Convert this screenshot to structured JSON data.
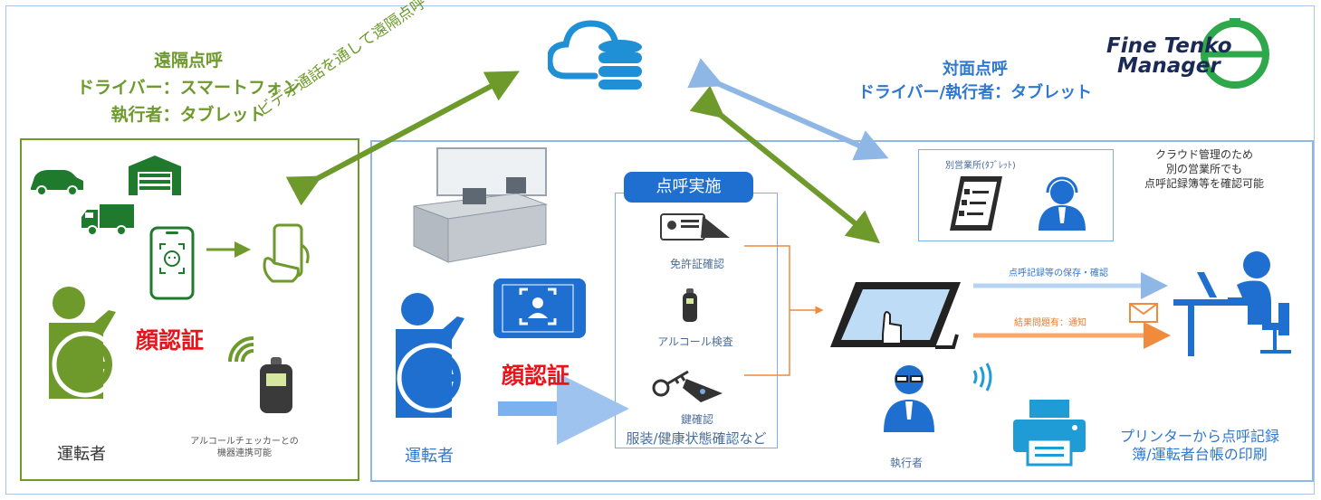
{
  "remote": {
    "title": "遠隔点呼",
    "line2": "ドライバー：スマートフォン",
    "line3": "執行者：タブレット",
    "video_label": "ビデオ通話を通して遠隔点呼",
    "face_auth": "顔認証",
    "driver_label": "運転者",
    "checker_note_1": "アルコールチェッカーとの",
    "checker_note_2": "機器連携可能"
  },
  "face_to_face": {
    "title": "対面点呼",
    "line2": "ドライバー/執行者：タブレット",
    "face_auth": "顔認証",
    "driver_label": "運転者"
  },
  "tenko": {
    "pill": "点呼実施",
    "license": "免許証確認",
    "alcohol": "アルコール検査",
    "key": "鍵確認",
    "other": "服装/健康状態確認など"
  },
  "office": {
    "label": "別営業所(ﾀﾌﾞﾚｯﾄ)"
  },
  "cloud_note": {
    "line1": "クラウド管理のため",
    "line2": "別の営業所でも",
    "line3": "点呼記録簿等を確認可能"
  },
  "flows": {
    "save": "点呼記録等の保存・確認",
    "notify": "結果問題有：通知"
  },
  "executor_label": "執行者",
  "printer": {
    "line1": "プリンターから点呼記録",
    "line2": "簿/運転者台帳の印刷"
  },
  "logo": {
    "line1": "Fine Tenko",
    "line2": "Manager"
  },
  "colors": {
    "green": "#6e9a2c",
    "blue": "#1f6fd1",
    "light_blue": "#8fb7e6",
    "orange": "#f08a3c",
    "red": "#e8141b"
  }
}
